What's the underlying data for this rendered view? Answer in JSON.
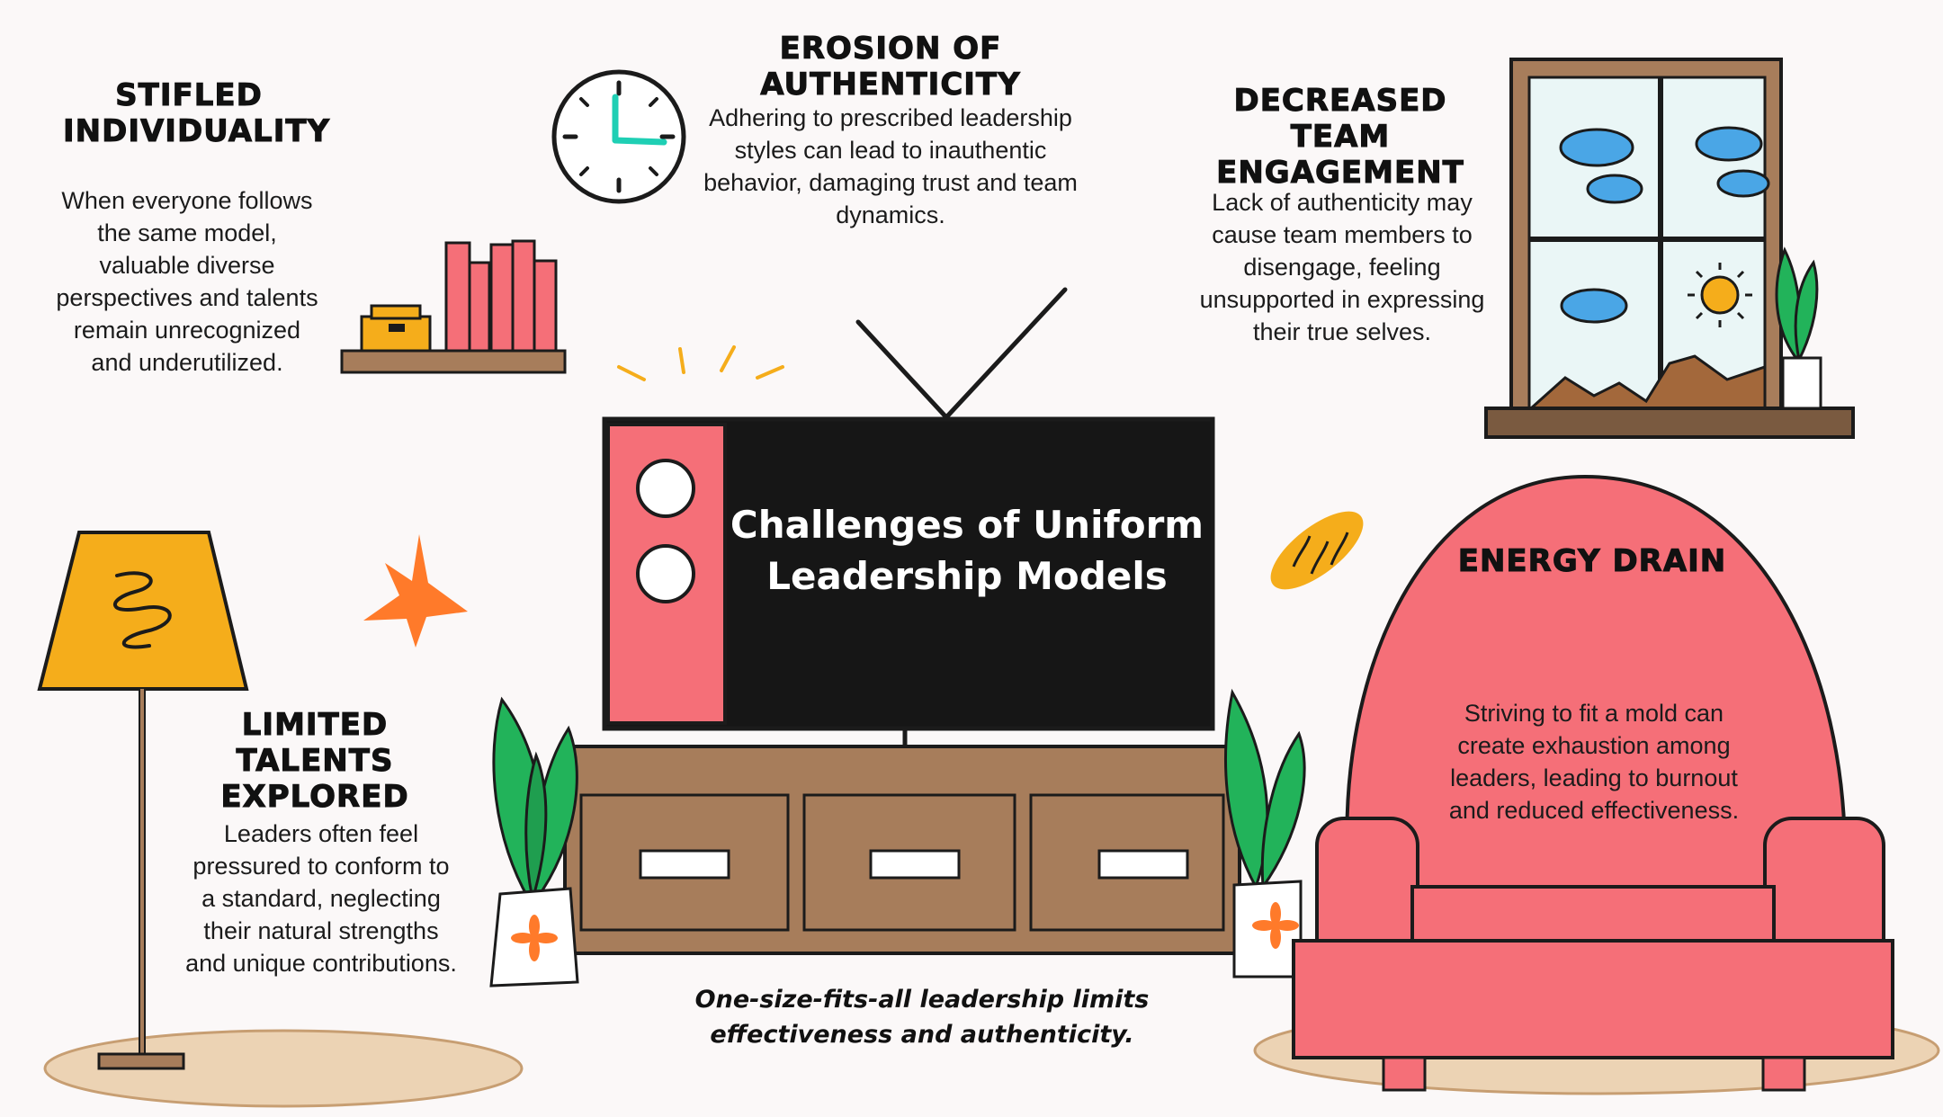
{
  "title": "Challenges of Uniform Leadership Models",
  "caption": "One-size-fits-all leadership limits effectiveness and authenticity.",
  "cards": {
    "stifled": {
      "heading": "STIFLED INDIVIDUALITY",
      "body": "When everyone follows the same model, valuable diverse perspectives and talents remain unrecognized and underutilized."
    },
    "erosion": {
      "heading": "EROSION OF AUTHENTICITY",
      "body": "Adhering to prescribed leadership styles can lead to inauthentic behavior, damaging trust and team dynamics."
    },
    "engagement": {
      "heading": "DECREASED TEAM ENGAGEMENT",
      "body": "Lack of authenticity may cause team members to disengage, feeling unsupported in expressing their true selves."
    },
    "talents": {
      "heading": "LIMITED TALENTS EXPLORED",
      "body": "Leaders often feel pressured to conform to a standard, neglecting their natural strengths and unique contributions."
    },
    "energy": {
      "heading": "ENERGY DRAIN",
      "body": "Striving to fit a mold can create exhaustion among leaders, leading to burnout and reduced effectiveness."
    }
  },
  "colors": {
    "background": "#fbf8f8",
    "pink": "#f56f78",
    "wood": "#a77d5b",
    "wood_dark": "#7a5a40",
    "mustard": "#f5ad1b",
    "green": "#22b35a",
    "sky": "#eaf6f6",
    "cloud": "#4aa6e6",
    "orange": "#ff7a2a",
    "screen": "#161616",
    "rug": "#e7c9a4"
  },
  "icons": {
    "clock": "clock-icon",
    "bookshelf": "bookshelf-icon",
    "window": "window-icon",
    "lamp": "lamp-icon",
    "tv": "tv-icon",
    "plant": "plant-icon",
    "armchair": "armchair-icon",
    "star": "starburst-icon",
    "bread": "bread-icon",
    "sun": "sun-icon"
  }
}
